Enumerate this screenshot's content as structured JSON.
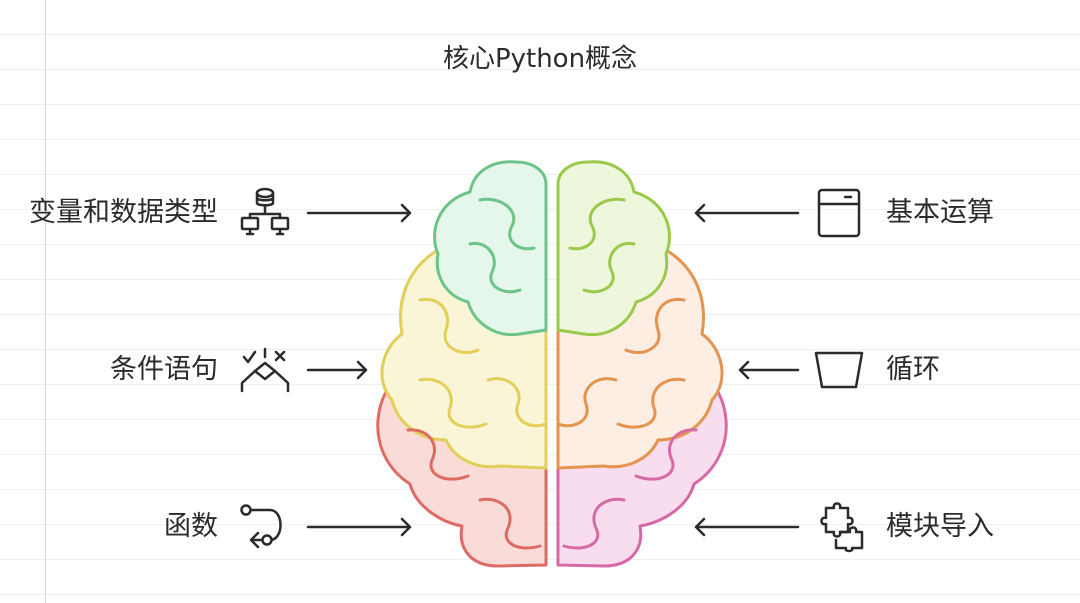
{
  "title": "核心Python概念",
  "left_concepts": [
    {
      "label": "变量和数据类型",
      "icon": "database-network-icon"
    },
    {
      "label": "条件语句",
      "icon": "decision-branch-icon"
    },
    {
      "label": "函数",
      "icon": "flow-path-icon"
    }
  ],
  "right_concepts": [
    {
      "label": "基本运算",
      "icon": "panel-box-icon"
    },
    {
      "label": "循环",
      "icon": "bucket-icon"
    },
    {
      "label": "模块导入",
      "icon": "puzzle-icon"
    }
  ],
  "colors": {
    "green": "#6cc488",
    "lime": "#9bc94a",
    "yellow": "#e3cf58",
    "orange": "#e3944e",
    "red": "#dd6b63",
    "pink": "#d66aa6"
  }
}
